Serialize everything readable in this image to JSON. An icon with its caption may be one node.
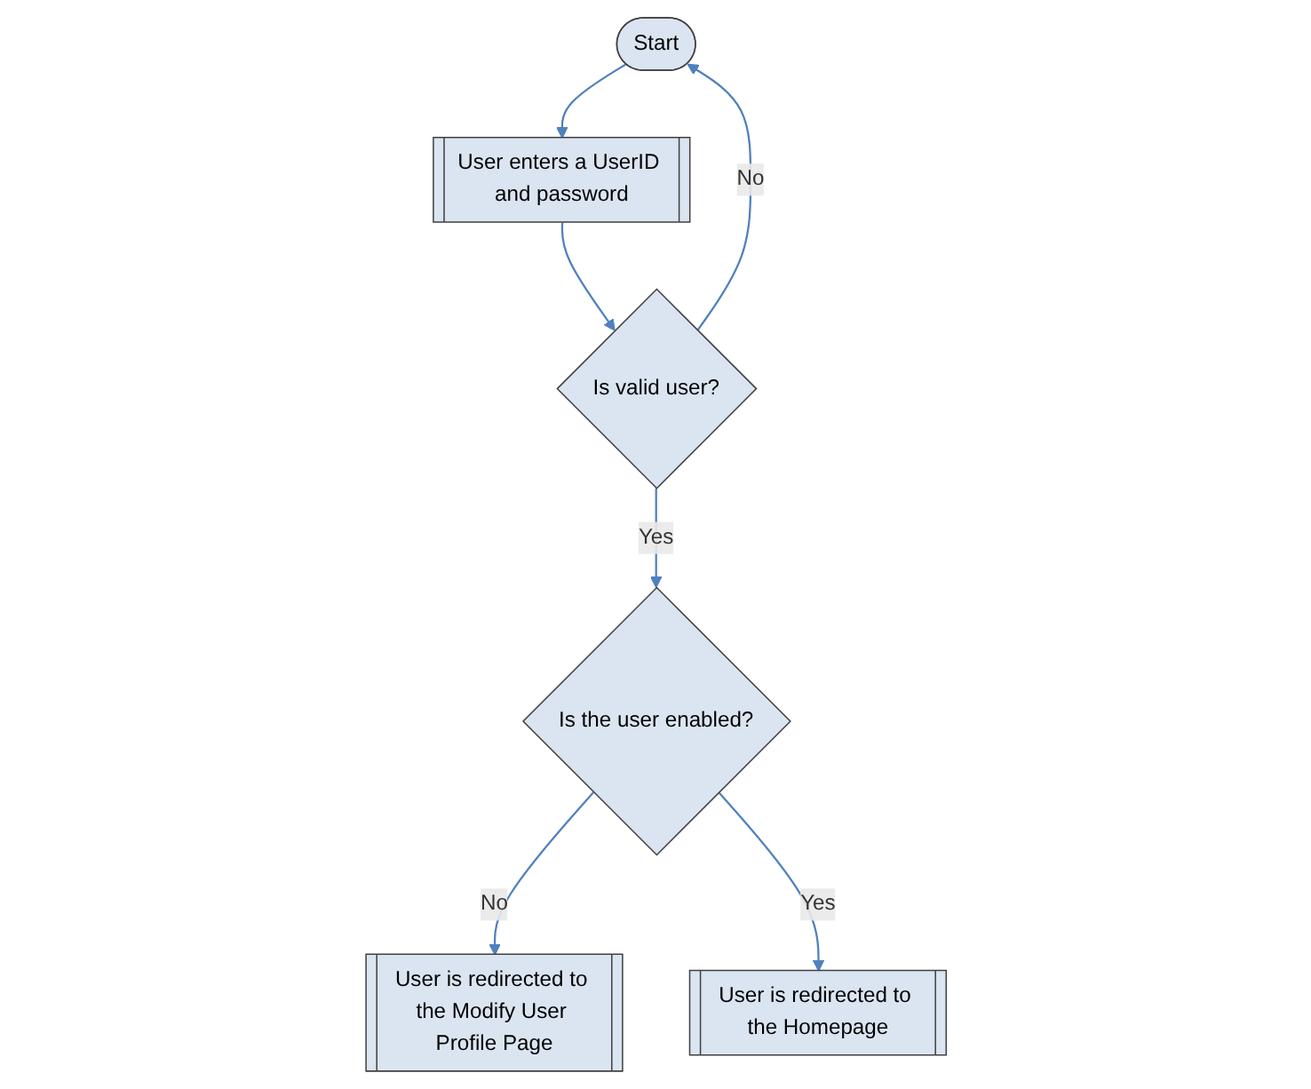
{
  "diagram": {
    "nodes": [
      {
        "text": [
          "Start"
        ]
      },
      {
        "text": [
          "User enters a UserID and password"
        ]
      },
      {
        "text": [
          "Is valid user?"
        ]
      },
      {
        "text": [
          "Is the user enabled?"
        ]
      },
      {
        "text": [
          "User is redirected to the Modify User Profile Page"
        ]
      },
      {
        "text": [
          "User is redirected to the Homepage"
        ]
      }
    ],
    "edges": [
      {
        "from": 0,
        "to": 1,
        "arrow": "to"
      },
      {
        "from": 1,
        "to": 2,
        "arrow": "to"
      },
      {
        "from": 2,
        "to": 0,
        "arrow": "to",
        "label": "No"
      },
      {
        "from": 2,
        "to": 3,
        "arrow": "to",
        "label": "Yes"
      },
      {
        "from": 3,
        "to": 4,
        "arrow": "to",
        "label": "No"
      },
      {
        "from": 3,
        "to": 5,
        "arrow": "to",
        "label": "Yes"
      }
    ]
  }
}
